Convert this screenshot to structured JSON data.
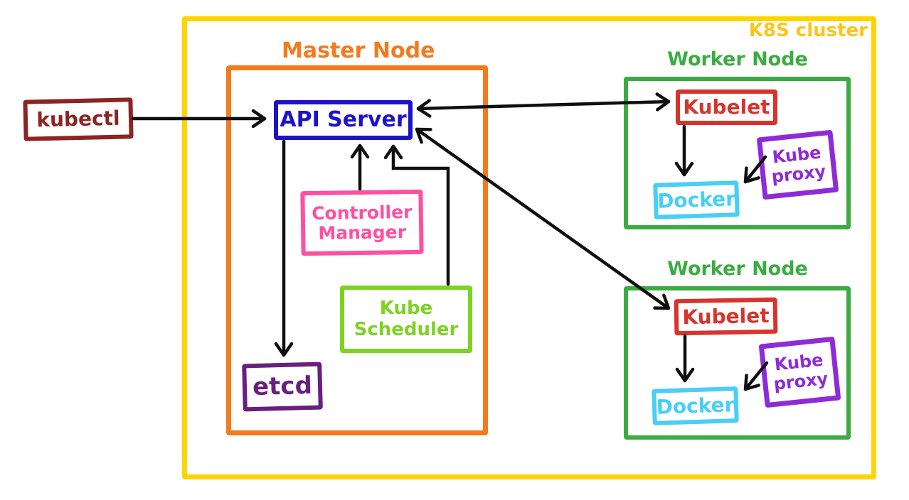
{
  "cluster": {
    "label": "K8S cluster",
    "border_color": "#FFD500",
    "label_color": "#FFC41A"
  },
  "kubectl": {
    "label": "kubectl",
    "color": "#8B2423"
  },
  "master_node": {
    "label": "Master Node",
    "color": "#F5791D",
    "components": {
      "api_server": {
        "label": "API Server",
        "color": "#1C13C9"
      },
      "controller_manager": {
        "label": "Controller Manager",
        "color": "#FF4FA0"
      },
      "kube_scheduler": {
        "label": "Kube Scheduler",
        "color": "#7CD321"
      },
      "etcd": {
        "label": "etcd",
        "color": "#691F7E"
      }
    }
  },
  "worker_nodes": [
    {
      "label": "Worker Node",
      "color": "#3BAC42",
      "components": {
        "kubelet": {
          "label": "Kubelet",
          "color": "#D6342C"
        },
        "kube_proxy": {
          "label": "Kube proxy",
          "color": "#8E2BD9"
        },
        "docker": {
          "label": "Docker",
          "color": "#47CFF5"
        }
      }
    },
    {
      "label": "Worker Node",
      "color": "#3BAC42",
      "components": {
        "kubelet": {
          "label": "Kubelet",
          "color": "#D6342C"
        },
        "kube_proxy": {
          "label": "Kube proxy",
          "color": "#8E2BD9"
        },
        "docker": {
          "label": "Docker",
          "color": "#47CFF5"
        }
      }
    }
  ],
  "arrows": {
    "color": "#0F0F0F",
    "connections": [
      "kubectl -> api_server",
      "api_server <-> worker1.kubelet",
      "api_server <-> worker2.kubelet",
      "api_server -> etcd",
      "controller_manager -> api_server",
      "kube_scheduler -> api_server",
      "worker1.kubelet -> worker1.docker",
      "worker1.kube_proxy -> worker1.docker",
      "worker2.kubelet -> worker2.docker",
      "worker2.kube_proxy -> worker2.docker"
    ]
  }
}
